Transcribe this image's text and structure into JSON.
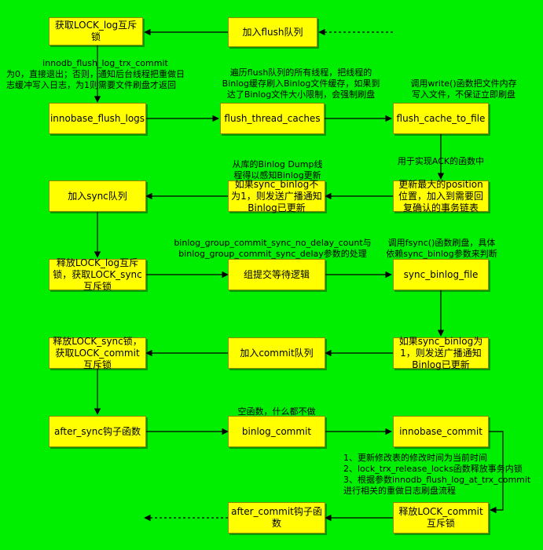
{
  "boxes": {
    "acquire_lock_log": "获取LOCK_log互斥锁",
    "join_flush_queue": "加入flush队列",
    "innobase_flush_logs": "innobase_flush_logs",
    "flush_thread_caches": "flush_thread_caches",
    "flush_cache_to_file": "flush_cache_to_file",
    "join_sync_queue": "加入sync队列",
    "notify_binlog_updated_1": "如果sync_binlog不为1，则发送广播通知Binlog已更新",
    "update_max_position": "更新最大的position位置，加入到需要回复确认的事务链表",
    "release_lock_log": "释放LOCK_log互斥锁，获取LOCK_sync互斥锁",
    "group_commit_wait": "组提交等待逻辑",
    "sync_binlog_file": "sync_binlog_file",
    "release_lock_sync": "释放LOCK_sync锁，获取LOCK_commit互斥锁",
    "join_commit_queue": "加入commit队列",
    "notify_binlog_updated_2": "如果sync_binlog为1，则发送广播通知Binlog已更新",
    "after_sync_hook": "after_sync钩子函数",
    "binlog_commit": "binlog_commit",
    "innobase_commit": "innobase_commit",
    "after_commit_hook": "after_commit钩子函数",
    "release_lock_commit": "释放LOCK_commit互斥锁"
  },
  "notes": {
    "trx_commit_param": "innodb_flush_log_trx_commit",
    "trx_commit_desc_1": "为0，直接退出；否则，通知后台线程把重做日",
    "trx_commit_desc_2": "志缓冲写入日志，为1则需要文件刷盘才返回",
    "traverse_1": "遍历flush队列的所有线程，把线程的",
    "traverse_2": "Binlog缓存刷入Binlog文件缓存，如果到",
    "traverse_3": "达了Binlog文件大小限制，会强制刷盘",
    "write_1": "调用write()函数把文件内存",
    "write_2": "写入文件，不保证立即刷盘",
    "ack": "用于实现ACK的函数中",
    "dump_1": "从库的Binlog Dump线",
    "dump_2": "程得以感知Binlog更新",
    "group_params_1": "binlog_group_commit_sync_no_delay_count与",
    "group_params_2": "binlog_group_commit_sync_delay参数的处理",
    "fsync_1": "调用fsync()函数刷盘，具体",
    "fsync_2": "依赖sync_binlog参数来判断",
    "empty_func": "空函数，什么都不做",
    "commit_1": "1、更新修改表的修改时间为当前时间",
    "commit_2": "2、lock_trx_release_locks函数释放事务内锁",
    "commit_3": "3、根据参数innodb_flush_log_at_trx_commit",
    "commit_4": "进行相关的重做日志刷盘流程"
  },
  "colors": {
    "background": "#00ee00",
    "box_fill": "#ffff00",
    "arrow": "#000000"
  }
}
